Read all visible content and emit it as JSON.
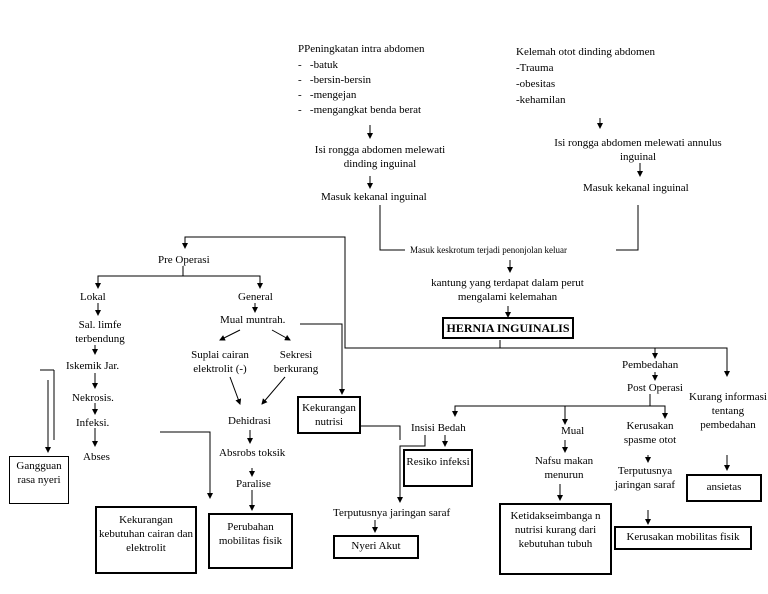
{
  "top_left": {
    "title": "PPeningkatan intra abdomen",
    "items": [
      "-batuk",
      "-bersin-bersin",
      "-mengejan",
      "-mengangkat benda berat"
    ],
    "step1": "Isi rongga abdomen melewati dinding inguinal",
    "step2": "Masuk kekanal inguinal"
  },
  "top_right": {
    "title": "Kelemah otot dinding abdomen",
    "items": [
      "-Trauma",
      "-obesitas",
      "-kehamilan"
    ],
    "step1": "Isi rongga abdomen melewati annulus inguinal",
    "step2": "Masuk kekanal inguinal"
  },
  "center": {
    "skrotum": "Masuk keskrotum terjadi penonjolan keluar",
    "kantung": "kantung yang terdapat dalam perut mengalami kelemahan",
    "main": "HERNIA INGUINALIS"
  },
  "pre": {
    "title": "Pre Operasi",
    "lokal": "Lokal",
    "general": "General",
    "sal": "Sal. limfe terbendung",
    "iskemik": "Iskemik Jar.",
    "nekrosis": "Nekrosis.",
    "infeksi": "Infeksi.",
    "abses": "Abses",
    "gangguan": "Gangguan rasa nyeri",
    "mual": "Mual muntrah.",
    "suplai": "Suplai cairan elektrolit (-)",
    "sekresi": "Sekresi berkurang",
    "kekurangan_nutrisi": "Kekurangan nutrisi",
    "dehidrasi": "Dehidrasi",
    "absorbs": "Absrobs toksik",
    "paralise": "Paralise",
    "kekurangan_cairan": "Kekurangan kebutuhan cairan dan elektrolit",
    "perubahan": "Perubahan mobilitas fisik"
  },
  "post": {
    "pembedahan": "Pembedahan",
    "title": "Post Operasi",
    "kurang": "Kurang informasi tentang pembedahan",
    "ansietas": "ansietas",
    "insisi": "Insisi Bedah",
    "resiko": "Resiko infeksi",
    "terputus_saraf": "Terputusnya jaringan saraf",
    "nyeri": "Nyeri Akut",
    "mual": "Mual",
    "nafsu": "Nafsu makan menurun",
    "ketidak": "Ketidakseimbanga n nutrisi kurang dari kebutuhan tubuh",
    "kerusakan_spasme": "Kerusakan spasme otot",
    "terputus_jaringan": "Terputusnya jaringan saraf",
    "kerusakan_mobilitas": "Kerusakan mobilitas fisik"
  }
}
